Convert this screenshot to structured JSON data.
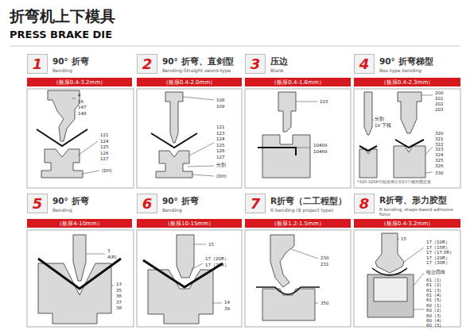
{
  "diagram": {
    "title": "折弯机上下模具",
    "nodes": [
      {
        "text": [
          "1"
        ]
      },
      {
        "text": [
          "（板厚0.4-3.2mm）"
        ]
      },
      {
        "text": [
          "2"
        ]
      },
      {
        "text": [
          "（板厚0.4-2.0mm）"
        ]
      },
      {
        "text": [
          "3"
        ]
      },
      {
        "text": [
          "（板厚0.4-1.6mm）"
        ]
      },
      {
        "text": [
          "4"
        ]
      },
      {
        "text": [
          "（板厚0.4-2.3mm）"
        ]
      },
      {
        "text": [
          "5"
        ]
      },
      {
        "text": [
          "（板厚4-10mm）"
        ]
      },
      {
        "text": [
          "6"
        ]
      },
      {
        "text": [
          "（板厚10-15mm）"
        ]
      },
      {
        "text": [
          "7"
        ]
      },
      {
        "text": [
          "（板厚1.2-1.5mm）"
        ]
      },
      {
        "text": [
          "8"
        ]
      },
      {
        "text": [
          "（板厚0.4-3.2mm）"
        ]
      }
    ],
    "labels": [
      "PRESS BRAKE DIE",
      "90° 折弯",
      "Bending",
      "4",
      "16",
      "147",
      "148",
      "121",
      "124",
      "125",
      "126",
      "127",
      "(DH)",
      "90° 折弯、直剑型",
      "Bending-Straight sword-type",
      "108",
      "109",
      "121",
      "123",
      "124",
      "125",
      "126",
      "127",
      "分割",
      "(DH)",
      "压边",
      "Blank",
      "103",
      "10409",
      "10469",
      "90° 折弯梯型",
      "Box-type bending",
      "200",
      "201",
      "202",
      "203",
      "分割",
      "1V 下模",
      "320",
      "321",
      "322",
      "323",
      "324",
      "325",
      "326",
      "330",
      "*320-326R可能使用分割1V下模而固定座",
      "90° 折弯",
      "Bending",
      "3",
      "4(R)",
      "13",
      "35",
      "36",
      "37",
      "38",
      "90° 折弯",
      "Bending",
      "15",
      "17（20R）",
      "17（25R）",
      "14",
      "39",
      "R折弯（二工程型）",
      "R bending (B project type)",
      "230",
      "231",
      "350",
      "R折弯、形力胶型",
      "R bending, shape-based adhesive force",
      "15",
      "17（10R）",
      "17（15R）",
      "17（17.5R）",
      "17（20R）",
      "17（30R）",
      "组合固珠",
      "61（1）",
      "61（2）",
      "61（3）",
      "61（4）",
      "61（5）",
      "60（1）",
      "60（2）",
      "60（3）",
      "60（4）",
      "60（5）"
    ]
  }
}
